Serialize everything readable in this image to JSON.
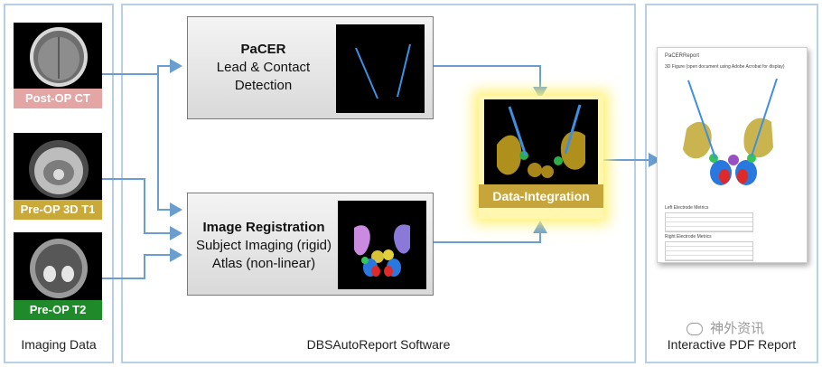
{
  "panels": {
    "imaging": {
      "label": "Imaging Data"
    },
    "software": {
      "label": "DBSAutoReport Software"
    },
    "report": {
      "label": "Interactive PDF Report"
    }
  },
  "scans": [
    {
      "label": "Post-OP CT",
      "color": "#e3a6a4"
    },
    {
      "label": "Pre-OP 3D T1",
      "color": "#c9a93a"
    },
    {
      "label": "Pre-OP T2",
      "color": "#1f8a2a"
    }
  ],
  "pacer": {
    "title": "PaCER",
    "line1": "Lead & Contact",
    "line2": "Detection"
  },
  "registration": {
    "title": "Image Registration",
    "line1": "Subject Imaging (rigid)",
    "line2": "Atlas (non-linear)"
  },
  "integration": {
    "label": "Data-Integration"
  },
  "report_doc": {
    "title": "PaCERReport",
    "subtitle": "3D Figure (open document using Adobe Acrobat for display)",
    "left_table": "Left Electrode Metrics",
    "right_table": "Right Electrode Metrics"
  },
  "watermark": {
    "text": "神外资讯"
  },
  "colors": {
    "panel_border": "#b7d0e6",
    "arrow": "#6a9ecf",
    "integration_band": "#c6a63a"
  }
}
